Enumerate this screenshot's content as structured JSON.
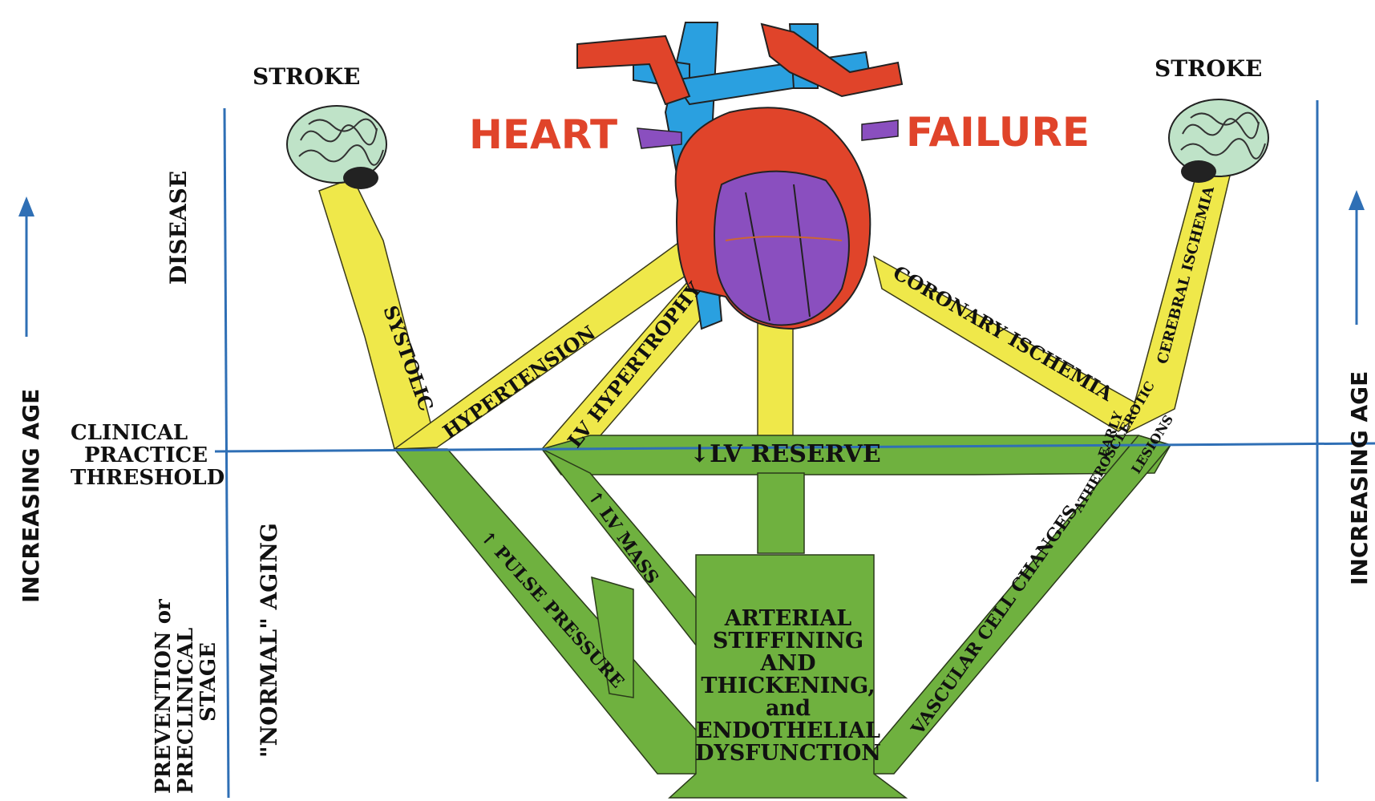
{
  "title": {
    "heart": "HEART",
    "failure": "FAILURE"
  },
  "outcomes": {
    "stroke_left": "STROKE",
    "stroke_right": "STROKE"
  },
  "side_labels": {
    "disease": "DISEASE",
    "threshold_line1": "CLINICAL",
    "threshold_line2": "PRACTICE",
    "threshold_line3": "THRESHOLD",
    "normal_aging": "\"NORMAL\" AGING",
    "preclinical_line1": "PREVENTION or",
    "preclinical_line2": "PRECLINICAL",
    "preclinical_line3": "STAGE",
    "increasing_age_left": "INCREASING AGE",
    "increasing_age_right": "INCREASING AGE"
  },
  "pathways": {
    "systolic": "SYSTOLIC",
    "hypertension": "HYPERTENSION",
    "lv_hypertrophy": "LV HYPERTROPHY",
    "coronary_ischemia": "CORONARY ISCHEMIA",
    "cerebral_ischemia": "CEREBRAL ISCHEMIA",
    "lv_reserve": "↓LV RESERVE",
    "lv_mass": "↑ LV MASS",
    "pulse_pressure": "↑ PULSE PRESSURE",
    "early_lesions_1": "EARLY",
    "early_lesions_2": "ATHEROSCLEROTIC",
    "early_lesions_3": "LESIONS",
    "vascular_cell_changes": "VASCULAR CELL CHANGES"
  },
  "core_box": {
    "line1": "ARTERIAL",
    "line2": "STIFFINING",
    "line3": "AND",
    "line4": "THICKENING,",
    "line5": "and",
    "line6": "ENDOTHELIAL",
    "line7": "DYSFUNCTION"
  },
  "colors": {
    "disease_band": "#efe84a",
    "preclinical_band": "#6fb13f",
    "axis_line": "#2f6fb5",
    "title_red": "#e0442a",
    "heart_red": "#e0442a",
    "heart_blue": "#2aa0e0",
    "heart_purple": "#8a4fbf",
    "brain": "#bfe3c8",
    "text": "#111111"
  },
  "icons": {
    "heart": "heart-icon",
    "brain": "brain-icon",
    "arrow_up": "arrow-up-icon"
  }
}
